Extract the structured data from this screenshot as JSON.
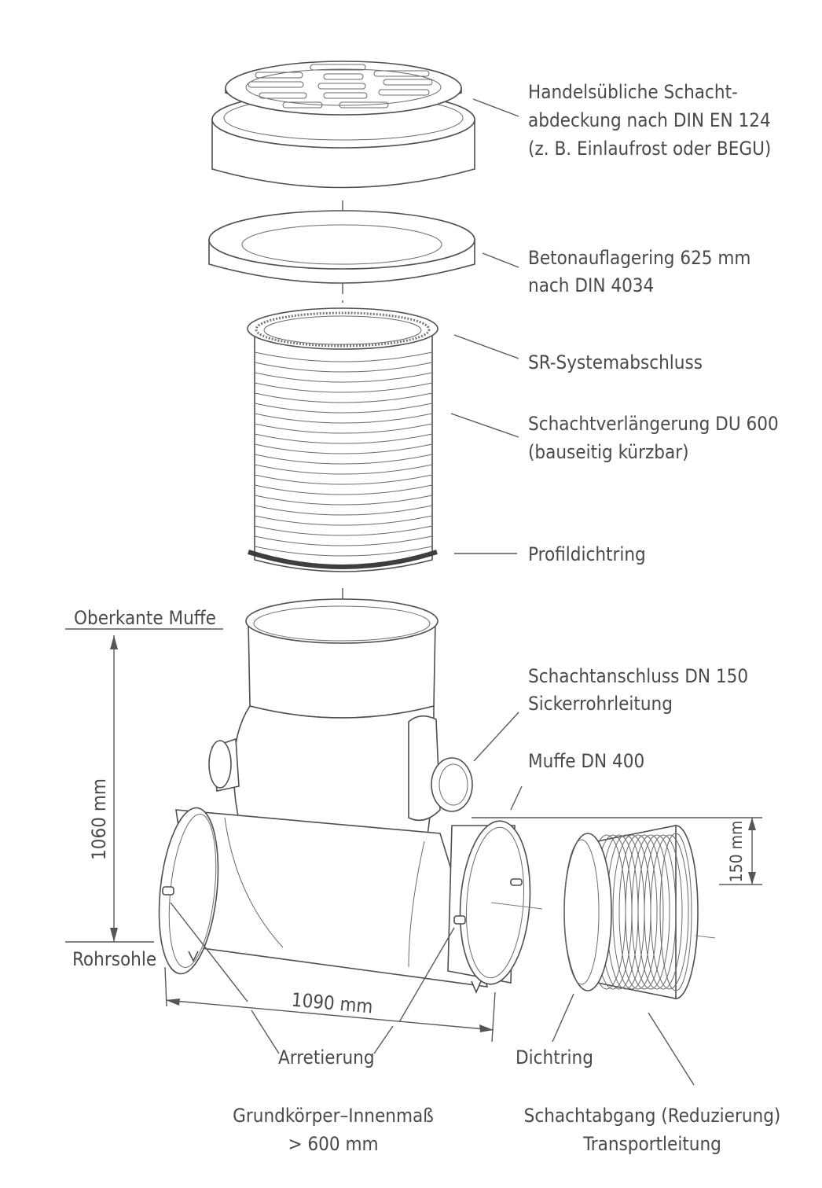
{
  "labels": {
    "cover_line1": "Handelsübliche Schacht-",
    "cover_line2": "abdeckung nach DIN EN 124",
    "cover_line3": "(z. B. Einlaufrost oder BEGU)",
    "ring_line1": "Betonauflagering 625 mm",
    "ring_line2": "nach DIN 4034",
    "sr": "SR-Systemabschluss",
    "ext_line1": "Schachtverlängerung DU 600",
    "ext_line2": "(bauseitig kürzbar)",
    "profil": "Profildichtring",
    "oberkante": "Oberkante Muffe",
    "anschluss_line1": "Schachtanschluss DN 150",
    "anschluss_line2": "Sickerrohrleitung",
    "muffe": "Muffe DN 400",
    "rohrsohle": "Rohrsohle",
    "arretierung": "Arretierung",
    "dichtring": "Dichtring",
    "grund_line1": "Grundkörper–Innenmaß",
    "grund_line2": "> 600 mm",
    "abgang_line1": "Schachtabgang (Reduzierung)",
    "abgang_line2": "Transportleitung"
  },
  "dimensions": {
    "height": "1060 mm",
    "offset": "150 mm",
    "length": "1090 mm"
  }
}
